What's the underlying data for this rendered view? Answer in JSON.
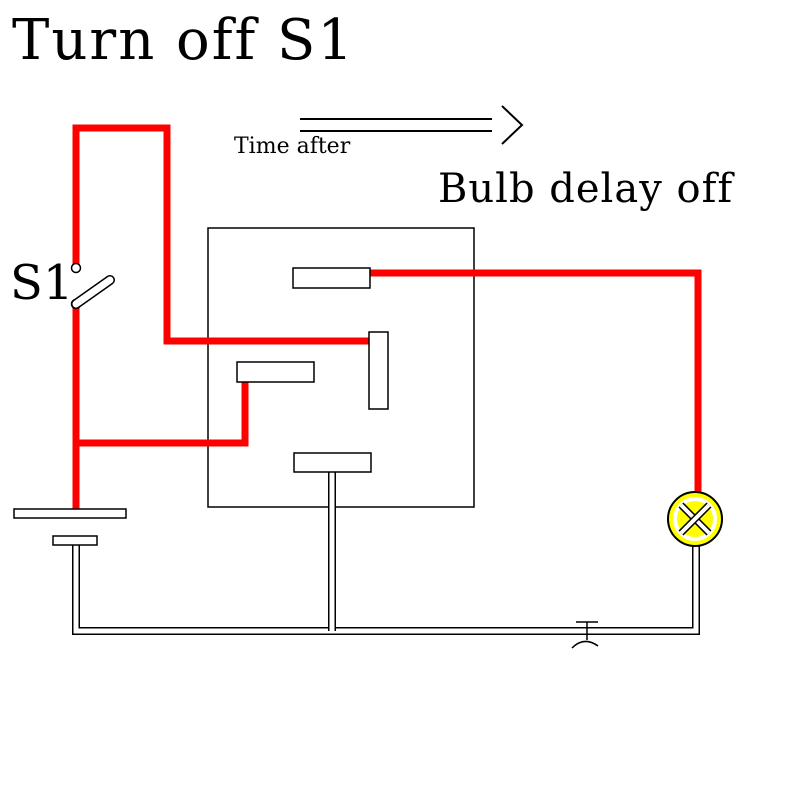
{
  "title": "Turn off S1",
  "arrow_caption": "Time after",
  "result_text": "Bulb delay off",
  "switch_label": "S1",
  "ground_symbol_text": "⊥",
  "colors": {
    "active_wire": "#ff0000",
    "inactive_wire": "#ffffff",
    "outline": "#000000",
    "lamp": "#ffff00"
  }
}
